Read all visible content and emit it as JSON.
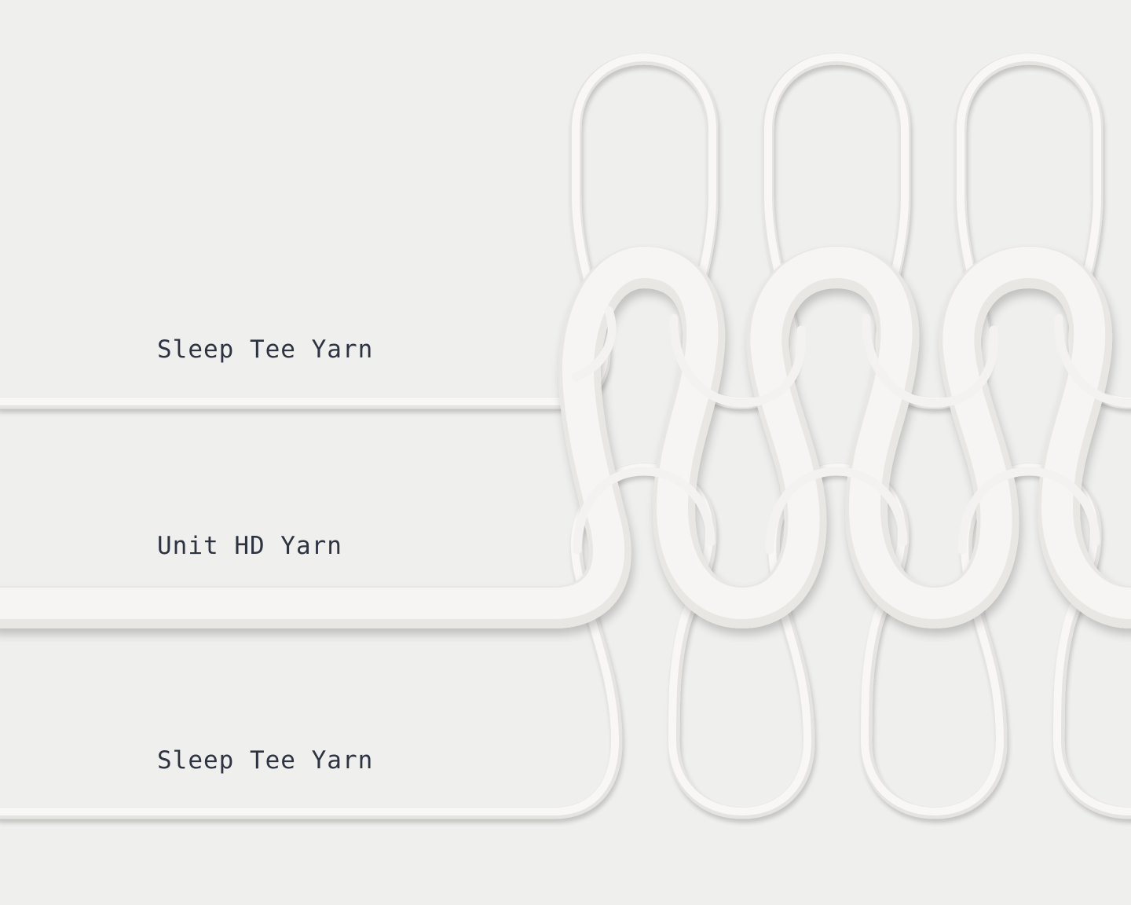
{
  "labels": {
    "top": "Sleep Tee Yarn",
    "middle": "Unit HD Yarn",
    "bottom": "Sleep Tee Yarn"
  },
  "colors": {
    "background": "#efefed",
    "label_text": "#2d3340",
    "thin_yarn": "#f7f6f4",
    "thick_yarn": "#f4f3f1"
  }
}
